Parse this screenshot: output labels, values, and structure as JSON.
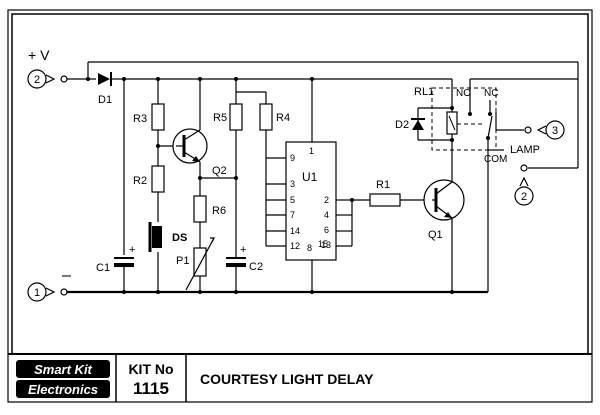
{
  "supply": {
    "plus_label": "+ V",
    "minus_label": "–"
  },
  "terminals": {
    "t1": "1",
    "t2_top": "2",
    "t2_bottom": "2",
    "t3": "3"
  },
  "components": {
    "d1": "D1",
    "r3": "R3",
    "r2": "R2",
    "q2": "Q2",
    "r5": "R5",
    "r4": "R4",
    "r6": "R6",
    "ds": "DS",
    "c1": "C1",
    "p1": "P1",
    "c2": "C2",
    "u1": "U1",
    "r1": "R1",
    "q1": "Q1",
    "rl1": "RL1",
    "d2": "D2",
    "no": "NO",
    "nc": "NC",
    "com": "COM",
    "lamp": "LAMP"
  },
  "c_polarity": {
    "c1": "+",
    "c2": "+"
  },
  "u1_pins": {
    "p9": "9",
    "p1": "1",
    "p3": "3",
    "p5": "5",
    "p7": "7",
    "p14": "14",
    "p12": "12",
    "p8": "8",
    "p15": "15",
    "p2": "2",
    "p4": "4",
    "p6": "6",
    "p13": "13"
  },
  "title_block": {
    "brand_line1": "Smart Kit",
    "brand_line2": "Electronics",
    "kit_label": "KIT No",
    "kit_number": "1115",
    "title": "COURTESY LIGHT DELAY"
  }
}
